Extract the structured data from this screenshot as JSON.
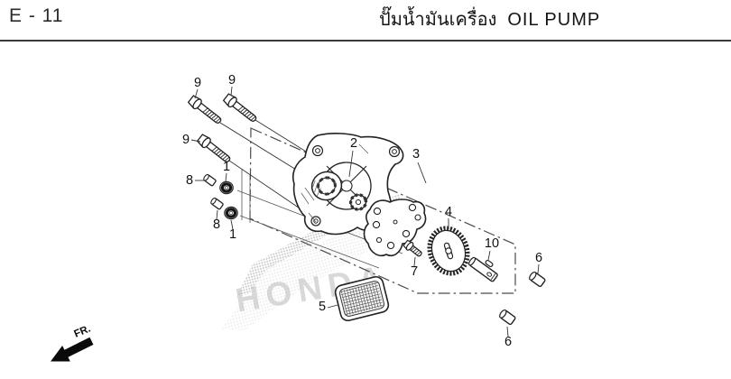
{
  "header": {
    "page_code": "E - 11",
    "title_thai": "ปั๊มน้ำมันเครื่อง",
    "title_en": "OIL PUMP"
  },
  "watermark": {
    "brand": "HONDA"
  },
  "footer": {
    "front_marker": "FR."
  },
  "diagram": {
    "description": "Exploded view of engine oil pump assembly",
    "callouts": [
      {
        "label": "9"
      },
      {
        "label": "9"
      },
      {
        "label": "9"
      },
      {
        "label": "1"
      },
      {
        "label": "8"
      },
      {
        "label": "8"
      },
      {
        "label": "1"
      },
      {
        "label": "2"
      },
      {
        "label": "3"
      },
      {
        "label": "4"
      },
      {
        "label": "7"
      },
      {
        "label": "10"
      },
      {
        "label": "6"
      },
      {
        "label": "5"
      },
      {
        "label": "6"
      }
    ]
  },
  "colors": {
    "line": "#1f1f1f",
    "label": "#111111",
    "watermark": "#d9d9d9",
    "rule": "#3a3a3a"
  }
}
